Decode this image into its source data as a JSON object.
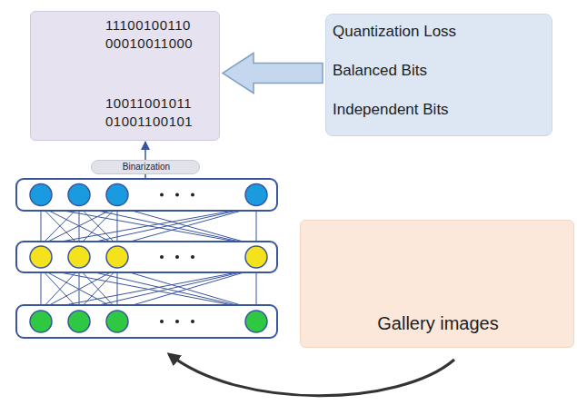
{
  "diagram": {
    "nodes": [
      {
        "text": [
          "11100100110",
          "00010011000",
          "10011001011",
          "01001100101"
        ]
      },
      {
        "text": [
          "Quantization Loss",
          "Balanced Bits",
          "Independent Bits"
        ]
      },
      {
        "text": [
          "Binarization"
        ]
      },
      {
        "text": [
          "Gallery images"
        ]
      }
    ],
    "edges": [
      {
        "from": 1,
        "to": 0,
        "arrow": "to"
      },
      {
        "from": 2,
        "to": 0,
        "arrow": "to"
      }
    ]
  }
}
